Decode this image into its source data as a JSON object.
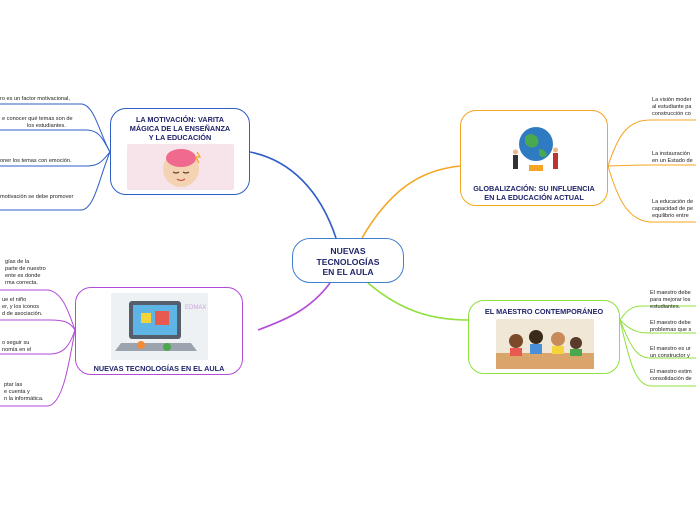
{
  "center": {
    "title": [
      "NUEVAS",
      "TECNOLOGÍAS",
      "EN EL AULA"
    ]
  },
  "branches": {
    "motivacion": {
      "title": [
        "LA MOTIVACIÓN: VARITA",
        "MÁGICA DE LA ENSEÑANZA",
        "Y LA EDUCACIÓN"
      ],
      "color": "#2f5ec7",
      "leaves": [
        [
          "ro es un factor motivacional,"
        ],
        [
          "e conocer qué temas son de",
          "los estudiantes."
        ],
        [
          "oner los temas con emoción."
        ],
        [
          "motivación se debe promover"
        ]
      ]
    },
    "nuevas": {
      "title": [
        "NUEVAS TECNOLOGÍAS EN EL AULA"
      ],
      "color": "#b44ad8",
      "leaves": [
        [
          "gías de la",
          "parte de nuestro",
          "ente es donde",
          "rma correcta."
        ],
        [
          "ue el niño",
          "er, y los iconos",
          "d de asociación."
        ],
        [
          "o seguir su",
          "nomía en el"
        ],
        [
          "ptar las",
          "e cuenta y",
          "n la informática."
        ]
      ]
    },
    "globalizacion": {
      "title": [
        "GLOBALIZACIÓN: SU INFLUENCIA",
        "EN LA EDUCACIÓN ACTUAL"
      ],
      "color": "#f5a524",
      "leaves": [
        [
          "La visión moder",
          "al estudiante pa",
          "construcción co"
        ],
        [
          "La instauración",
          "en un Estado de"
        ],
        [
          "La educación de",
          "capacidad de pe",
          "equilibrio entre"
        ]
      ]
    },
    "maestro": {
      "title": [
        "EL MAESTRO CONTEMPORÁNEO"
      ],
      "color": "#8ee03b",
      "leaves": [
        [
          "El maestro debe",
          "para mejorar los",
          "estudiantes."
        ],
        [
          "El maestro debe",
          "problemas que s"
        ],
        [
          "El maestro es ur",
          "un constructor y"
        ],
        [
          "El maestro estim",
          "consolidación de"
        ]
      ]
    }
  }
}
